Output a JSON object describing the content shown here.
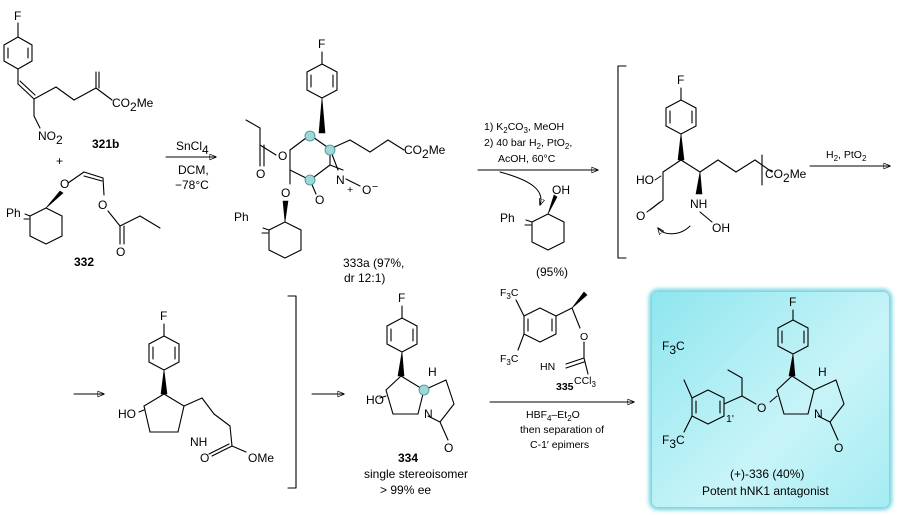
{
  "colors": {
    "highlight_box": "#8fe6ef",
    "stereocenter_dot": "#9fd6d8"
  },
  "atoms": {
    "F": "F",
    "NO2": "NO",
    "NO2_sub": "2",
    "CO2Me": "CO",
    "CO2Me_sub": "2",
    "CO2Me_tail": "Me",
    "Ph": "Ph",
    "O": "O",
    "N": "N",
    "NH": "NH",
    "OH": "OH",
    "HO": "HO",
    "H": "H",
    "plus": "+",
    "Nplus": "+",
    "Ominus": "O",
    "minus": "−",
    "CF3_F": "F",
    "CF3_sub": "3",
    "CF3_C": "C",
    "CCl3": "CCl",
    "CCl3_sub": "3",
    "HN_eq": "HN",
    "OMe": "OMe",
    "one_prime": "1'"
  },
  "compounds": {
    "c321b": "321b",
    "c332": "332",
    "c333a": "333a",
    "c333a_yield": " (97%,",
    "c333a_dr_i": "dr",
    "c333a_dr": " 12:1)",
    "c334": "334",
    "c334_note1": "single stereoisomer",
    "c334_note2": "> 99% ",
    "c334_ee": "ee",
    "c335": "335",
    "c336_prefix": "(+)-",
    "c336": "336",
    "c336_yield": " (40%)",
    "c336_note": "Potent hNK1 antagonist",
    "recovered_yield": "(95%)"
  },
  "conditions": {
    "step1_reagent": "SnCl",
    "step1_reagent_sub": "4",
    "step1_solvent": "DCM,",
    "step1_temp": "−78°C",
    "step2_line1a": "1) K",
    "step2_line1b": "CO",
    "step2_line1c": ", MeOH",
    "step2_line2a": "2) 40 bar H",
    "step2_line2b": ", PtO",
    "step2_line2c": ",",
    "step2_line3": "AcOH, 60°C",
    "step3_a": "H",
    "step3_b": ", PtO",
    "step4_line1": "HBF",
    "step4_line1b": "–Et",
    "step4_line1c": "O",
    "step4_line2": "then separation of",
    "step4_line3": "C-1′ epimers",
    "sub2": "2",
    "sub3": "3",
    "sub4": "4"
  }
}
